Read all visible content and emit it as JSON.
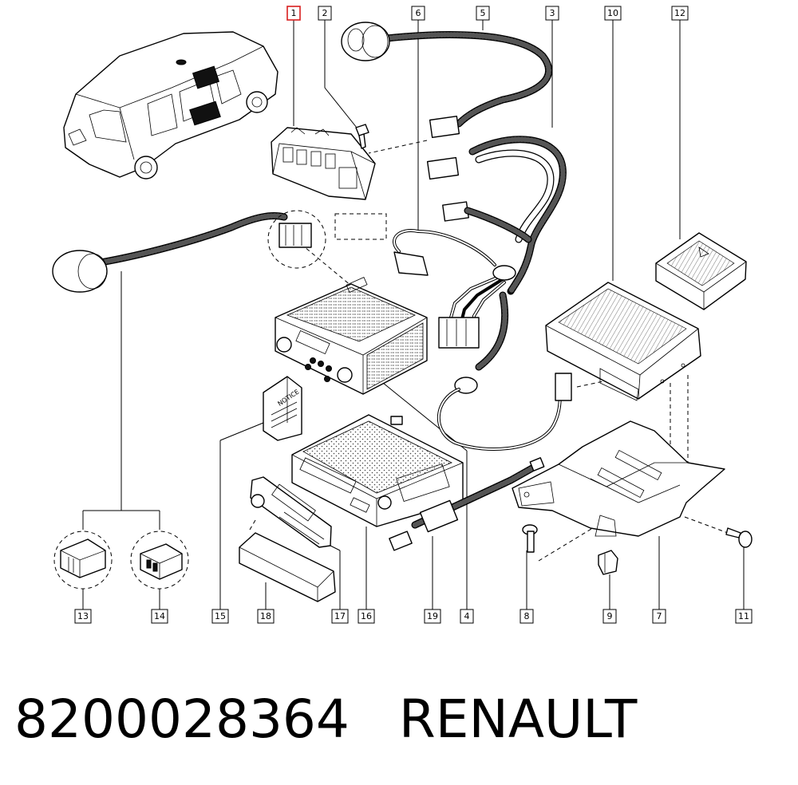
{
  "diagram": {
    "highlighted_callout": "1",
    "highlight_color": "#d81e1e",
    "callouts": [
      "1",
      "2",
      "6",
      "5",
      "3",
      "10",
      "12",
      "13",
      "14",
      "15",
      "18",
      "17",
      "16",
      "19",
      "4",
      "8",
      "9",
      "7",
      "11"
    ],
    "booklet_text": "NOTICE"
  },
  "caption": {
    "part_number": "8200028364",
    "brand": "RENAULT"
  }
}
